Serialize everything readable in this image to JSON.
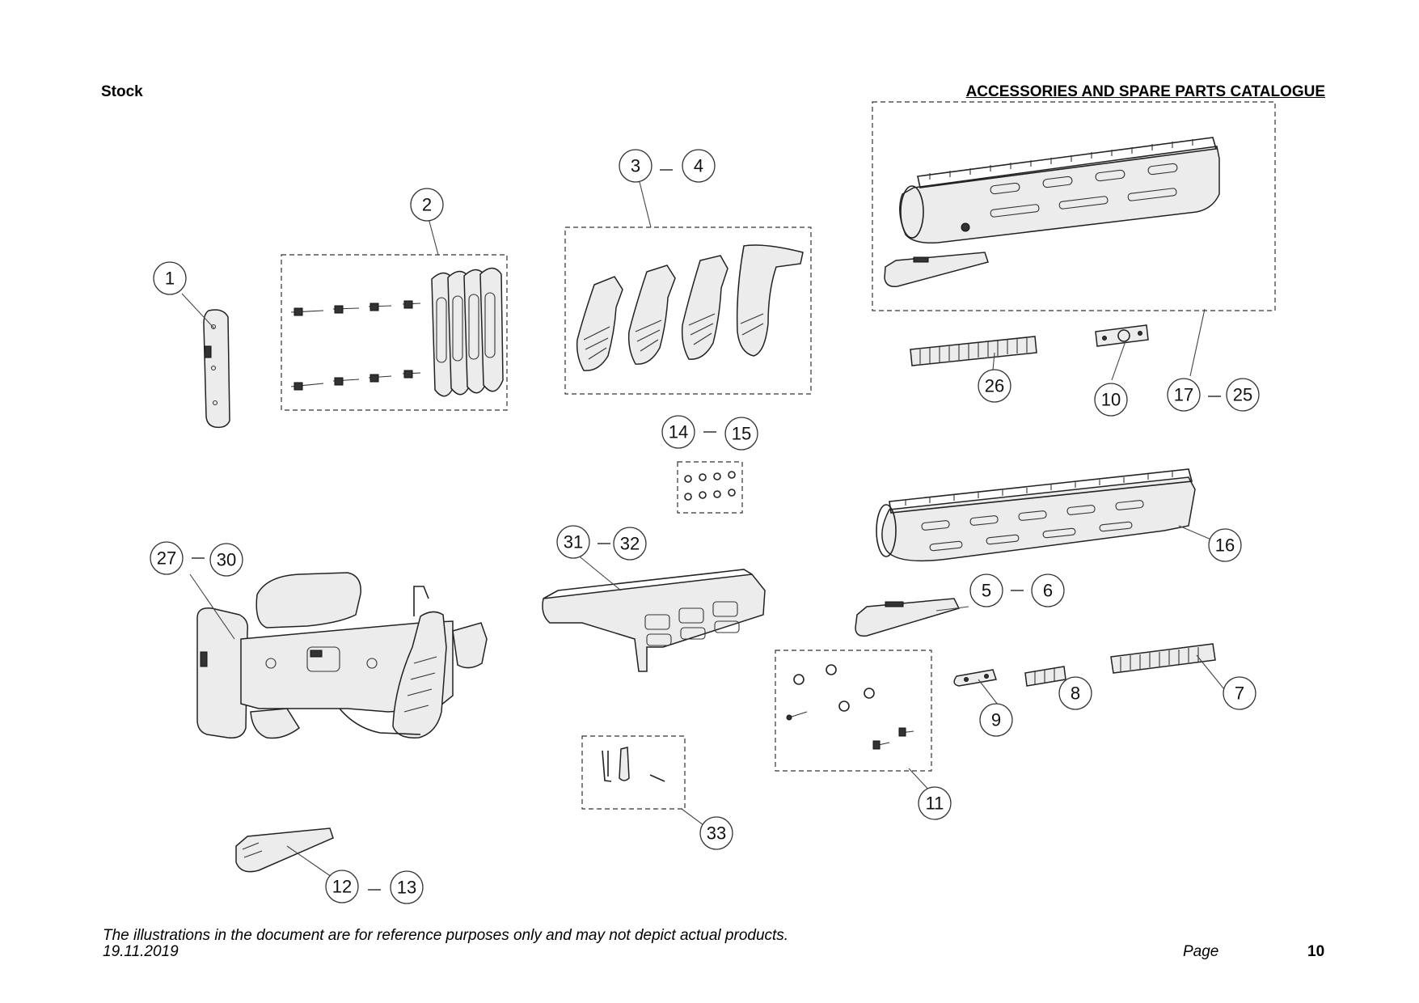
{
  "header": {
    "section": "Stock",
    "title": "ACCESSORIES AND SPARE PARTS CATALOGUE"
  },
  "footer": {
    "disclaimer": "The illustrations in the document are for reference purposes only and may not depict actual products.",
    "date": "19.11.2019",
    "page_label": "Page",
    "page_number": "10"
  },
  "callouts": [
    {
      "id": "c1",
      "label": "1"
    },
    {
      "id": "c2",
      "label": "2"
    },
    {
      "id": "c3",
      "label": "3"
    },
    {
      "id": "c4",
      "label": "4"
    },
    {
      "id": "c5",
      "label": "5"
    },
    {
      "id": "c6",
      "label": "6"
    },
    {
      "id": "c7",
      "label": "7"
    },
    {
      "id": "c8",
      "label": "8"
    },
    {
      "id": "c9",
      "label": "9"
    },
    {
      "id": "c10",
      "label": "10"
    },
    {
      "id": "c11",
      "label": "11"
    },
    {
      "id": "c12",
      "label": "12"
    },
    {
      "id": "c13",
      "label": "13"
    },
    {
      "id": "c14",
      "label": "14"
    },
    {
      "id": "c15",
      "label": "15"
    },
    {
      "id": "c16",
      "label": "16"
    },
    {
      "id": "c17",
      "label": "17"
    },
    {
      "id": "c25",
      "label": "25"
    },
    {
      "id": "c26",
      "label": "26"
    },
    {
      "id": "c27",
      "label": "27"
    },
    {
      "id": "c30",
      "label": "30"
    },
    {
      "id": "c31",
      "label": "31"
    },
    {
      "id": "c32",
      "label": "32"
    },
    {
      "id": "c33",
      "label": "33"
    }
  ]
}
